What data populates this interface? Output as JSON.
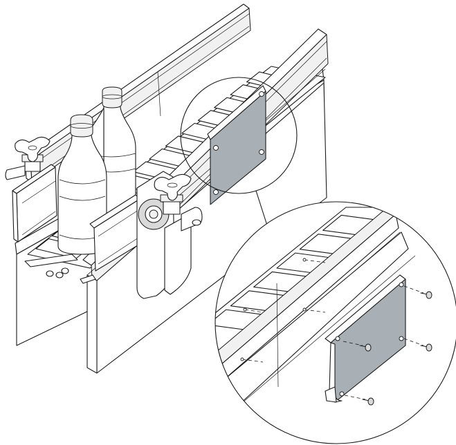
{
  "figure": {
    "subject": "",
    "colors": {
      "line": "#1a1a1a",
      "background": "#ffffff",
      "plate": "#a9b0b5",
      "light_fill": "#f1f1f1",
      "mid_fill": "#d9d9d9"
    },
    "parts": {
      "bottles": 2,
      "adjustment_knobs": 2,
      "slats_main_view": 14,
      "slats_detail_view": 6,
      "plate_screws": 4
    }
  }
}
